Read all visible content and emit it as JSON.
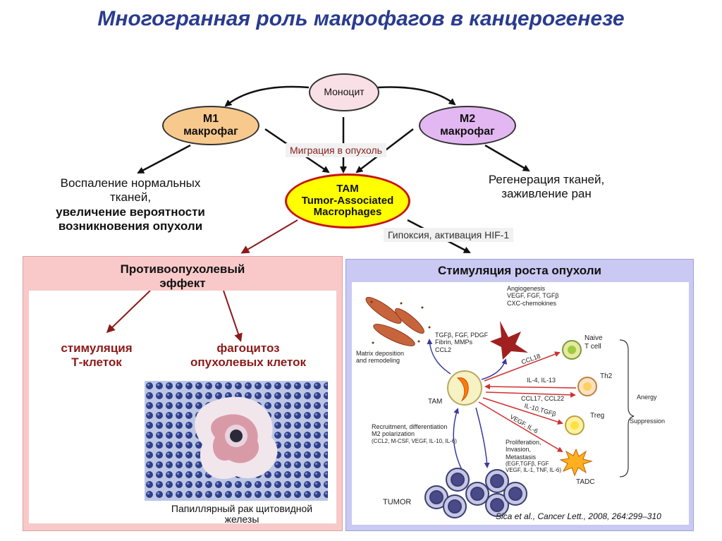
{
  "title": "Многогранная роль макрофагов в канцерогенезе",
  "nodes": {
    "monocyte": "Моноцит",
    "m1_line1": "М1",
    "m1_line2": "макрофаг",
    "m2_line1": "М2",
    "m2_line2": "макрофаг",
    "tam_line1": "ТАМ",
    "tam_line2": "Tumor-Associated",
    "tam_line3": "Macrophages"
  },
  "labels": {
    "migration": "Миграция в опухоль",
    "hypoxia": "Гипоксия, активация HIF-1"
  },
  "m1_effect": {
    "line1": "Воспаление нормальных",
    "line2": "тканей,",
    "line3": "увеличение вероятности",
    "line4": "возникновения опухоли"
  },
  "m2_effect": {
    "line1": "Регенерация тканей,",
    "line2": "заживление ран"
  },
  "left_panel": {
    "heading_line1": "Противоопухолевый",
    "heading_line2": "эффект",
    "item1_line1": "стимуляция",
    "item1_line2": "Т-клеток",
    "item2_line1": "фагоцитоз",
    "item2_line2": "опухолевых клеток",
    "caption_line1": "Папиллярный рак щитовидной",
    "caption_line2": "железы"
  },
  "right_panel": {
    "heading": "Стимуляция роста опухоли",
    "angiogenesis_line1": "Angiogenesis",
    "angiogenesis_line2": "VEGF, FGF, TGFβ",
    "angiogenesis_line3": "CXC-chemokines",
    "factors_line1": "TGFβ, FGF, PDGF",
    "factors_line2": "Fibrin, MMPs",
    "factors_line3": "CCL2",
    "matrix_line1": "Matrix deposition",
    "matrix_line2": "and remodeling",
    "tam": "TAM",
    "ccl18": "CCL18",
    "il4_il13": "IL-4, IL-13",
    "ccl17_ccl22": "CCL17, CCL22",
    "il10_tgfb": "IL-10,TGFβ",
    "vegf_il6": "VEGF, IL-6",
    "naive_line1": "Naive",
    "naive_line2": "T cell",
    "th2": "Th2",
    "treg": "Treg",
    "tadc": "TADC",
    "anergy": "Anergy",
    "suppression": "Suppression",
    "recruit_line1": "Recruitment, differentiation",
    "recruit_line2": "M2 polarization",
    "recruit_line3": "(CCL2, M-CSF, VEGF, IL-10, IL-6)",
    "prolif_line1": "Proliferation,",
    "prolif_line2": "Invasion,",
    "prolif_line3": "Metastasis",
    "prolif_line4": "(EGF,TGFβ, FGF",
    "prolif_line5": "VEGF, IL-1, TNF, IL-6)",
    "tumor": "TUMOR",
    "citation": "Sica et al., Cancer Lett., 2008, 264:299–310"
  },
  "colors": {
    "title": "#2a3b8f",
    "monocyte_fill": "#f9e0e6",
    "m1_fill": "#f8c98c",
    "m2_fill": "#e3b8f2",
    "tam_fill": "#ffff00",
    "tam_border": "#c81414",
    "left_panel": "#f9c9c9",
    "right_panel": "#c9c9f3",
    "arrow_red": "#8b1a1a",
    "arrow_black": "#111111"
  }
}
